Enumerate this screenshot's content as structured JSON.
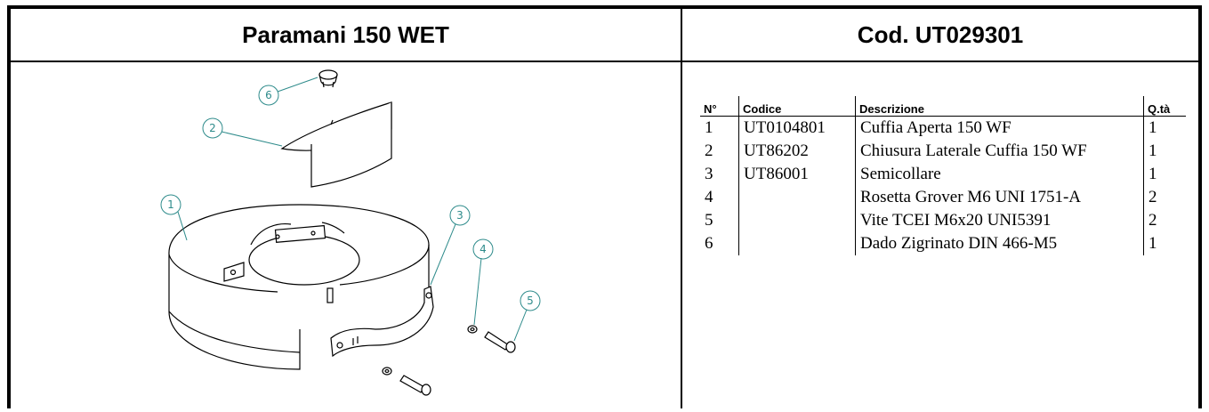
{
  "header": {
    "title": "Paramani 150 WET",
    "code": "Cod. UT029301"
  },
  "drawing": {
    "callouts": [
      "1",
      "2",
      "3",
      "4",
      "5",
      "6"
    ]
  },
  "parts_table": {
    "columns": [
      "N°",
      "Codice",
      "Descrizione",
      "Q.tà"
    ],
    "rows": [
      {
        "n": "1",
        "codice": "UT0104801",
        "descrizione": "Cuffia  Aperta  150 WF",
        "qta": "1"
      },
      {
        "n": "2",
        "codice": "UT86202",
        "descrizione": "Chiusura Laterale Cuffia 150  WF",
        "qta": "1"
      },
      {
        "n": "3",
        "codice": "UT86001",
        "descrizione": "Semicollare",
        "qta": "1"
      },
      {
        "n": "4",
        "codice": "",
        "descrizione": "Rosetta Grover M6 UNI 1751-A",
        "qta": "2"
      },
      {
        "n": "5",
        "codice": "",
        "descrizione": "Vite TCEI M6x20 UNI5391",
        "qta": "2"
      },
      {
        "n": "6",
        "codice": "",
        "descrizione": "Dado Zigrinato DIN 466-M5",
        "qta": "1"
      }
    ]
  }
}
